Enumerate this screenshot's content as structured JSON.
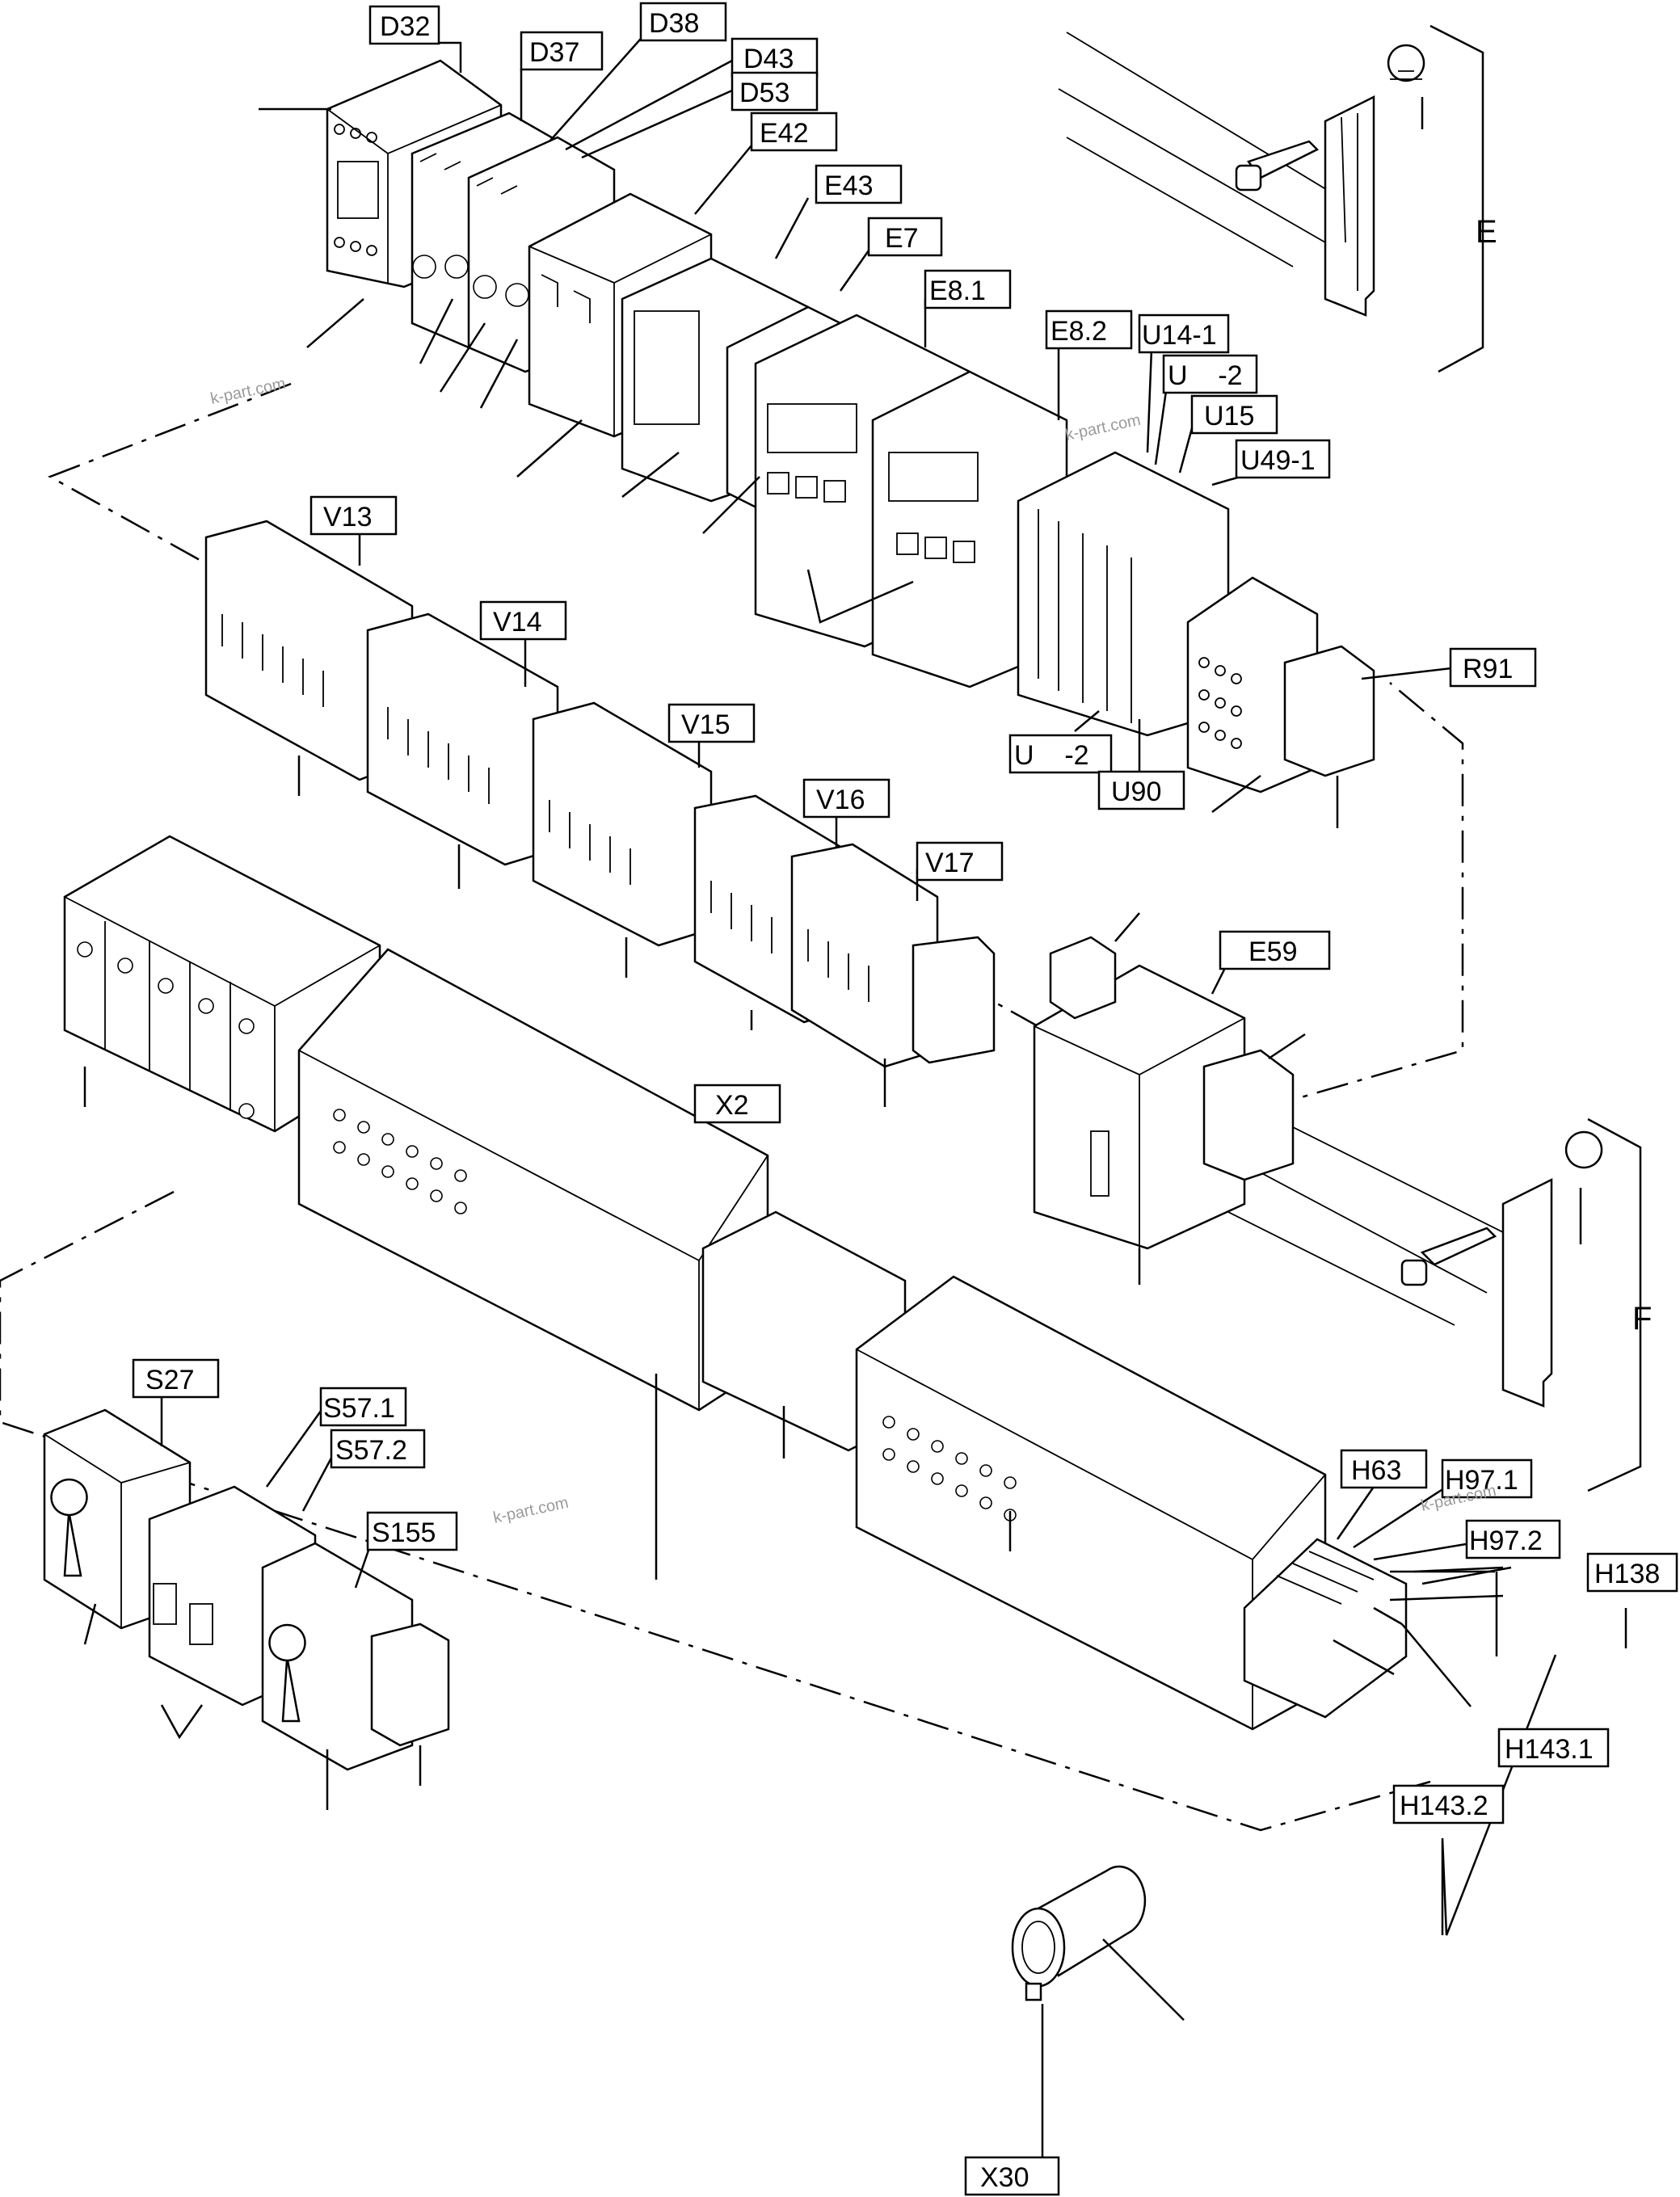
{
  "labels": {
    "D32": "D32",
    "D37": "D37",
    "D38": "D38",
    "D43": "D43",
    "D53": "D53",
    "E42": "E42",
    "E43": "E43",
    "E7": "E7",
    "E8_1": "E8.1",
    "E8_2": "E8.2",
    "U14_1": "U14-1",
    "U_2a": "U    -2",
    "U15": "U15",
    "U49_1": "U49-1",
    "R91": "R91",
    "U_2b": "U    -2",
    "U90": "U90",
    "V13": "V13",
    "V14": "V14",
    "V15": "V15",
    "V16": "V16",
    "V17": "V17",
    "E59": "E59",
    "X2": "X2",
    "S27": "S27",
    "S57_1": "S57.1",
    "S57_2": "S57.2",
    "S155": "S155",
    "H63": "H63",
    "H97_1": "H97.1",
    "H97_2": "H97.2",
    "H138": "H138",
    "H143_1": "H143.1",
    "H143_2": "H143.2",
    "X30": "X30"
  },
  "side_labels": {
    "E": "E",
    "F": "F"
  },
  "watermark": "k-part.com"
}
